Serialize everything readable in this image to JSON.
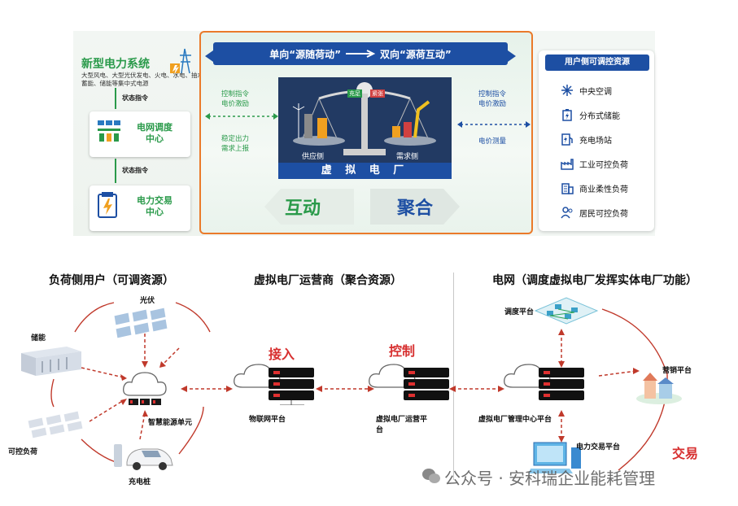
{
  "top": {
    "system": {
      "title": "新型电力系统",
      "desc": "大型风电、大型光伏发电、火电、水电、抽水蓄能、储能等集中式电源"
    },
    "left_labels": {
      "status_cmd_1": "状态指令",
      "status_cmd_2": "状态指令"
    },
    "dispatch_center": "电网调度\n中心",
    "trading_center": "电力交易\n中心",
    "banner": {
      "left": "单向“源随荷动”",
      "right": "双向“源荷互动”"
    },
    "left_flow": {
      "top": "控制指令\n电价激励",
      "bottom": "稳定出力\n需求上报"
    },
    "right_flow": {
      "top": "控制指令\n电价激励",
      "bottom": "电价测量"
    },
    "scale": {
      "left_tag": "充足",
      "right_tag": "紧张",
      "supply": "供应侧",
      "demand": "需求侧"
    },
    "vpp_label": "虚 拟 电 厂",
    "word_interact": "互动",
    "word_aggregate": "聚合",
    "right_panel": {
      "title": "用户侧可调控资源",
      "items": [
        "中央空调",
        "分布式储能",
        "充电场站",
        "工业可控负荷",
        "商业柔性负荷",
        "居民可控负荷"
      ]
    }
  },
  "bottom": {
    "section_titles": {
      "load_users": "负荷侧用户（可调资源）",
      "vpp_operator": "虚拟电厂运营商（聚合资源）",
      "grid": "电网（调度虚拟电厂发挥实体电厂功能）"
    },
    "labels": {
      "pv": "光伏",
      "storage": "储能",
      "controllable_load": "可控负荷",
      "charging_pile": "充电桩",
      "smart_unit": "智慧能源单元",
      "iot_platform": "物联网平台",
      "vpp_op_platform": "虚拟电厂运营平\n台",
      "vpp_mgmt_platform": "虚拟电厂管理中心平台",
      "dispatch_platform": "调度平台",
      "marketing_platform": "营销平台",
      "trading_platform": "电力交易平台"
    },
    "red_words": {
      "access": "接入",
      "control": "控制",
      "trade": "交易"
    },
    "watermark": "公众号 · 安科瑞企业能耗管理"
  },
  "colors": {
    "green": "#2a9a4a",
    "blue": "#1d4fa3",
    "orange": "#ea7a2a",
    "red": "#d72f2f"
  }
}
